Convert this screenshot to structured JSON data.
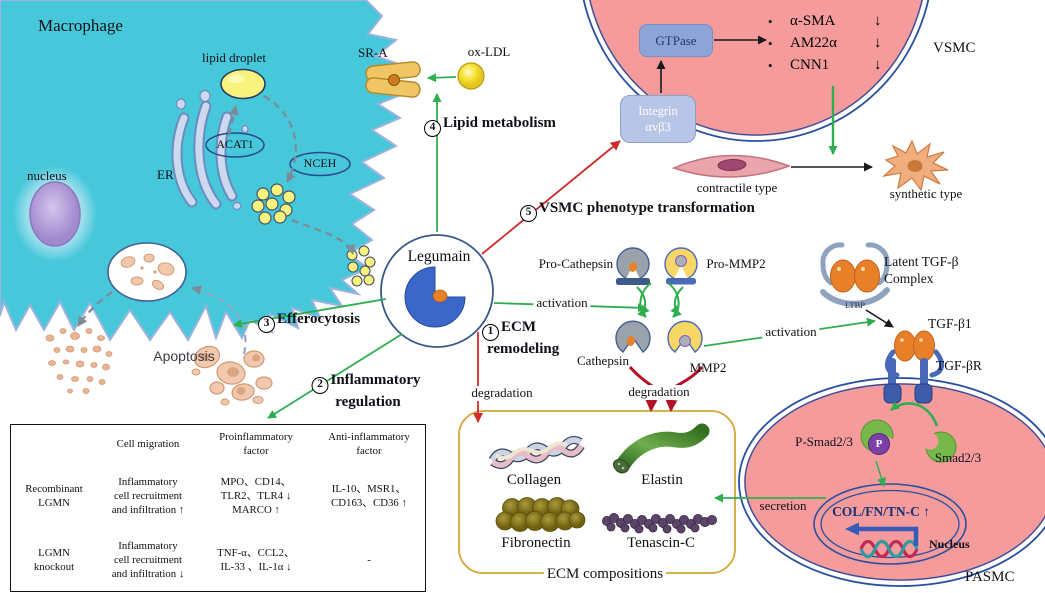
{
  "colors": {
    "macrophage_fill": "#46c8da",
    "membrane_stroke": "#9db2dc",
    "cell_pink": "#f59b9b",
    "cell_border_navy": "#2a4fa0",
    "green_arrow": "#2fae4e",
    "red_arrow": "#cf2b2b",
    "dark_red": "#b31125",
    "gold_box": "#d4a838",
    "legumain_blue": "#3a67c8",
    "orange": "#e8822a"
  },
  "macrophage": {
    "title": "Macrophage",
    "nucleus_label": "nucleus",
    "er_label": "ER",
    "acat1_label": "ACAT1",
    "nceh_label": "NCEH",
    "lipid_droplet_label": "lipid droplet",
    "apoptosis_label": "Apoptosis"
  },
  "membrane_items": {
    "sra_label": "SR-A",
    "oxldl_label": "ox-LDL"
  },
  "legumain": {
    "label": "Legumain"
  },
  "pathway_labels": {
    "ecm_num": "1",
    "ecm_line1": "ECM",
    "ecm_line2": "remodeling",
    "inflammatory_num": "2",
    "inflammatory_line1": "Inflammatory",
    "inflammatory_line2": "regulation",
    "efferocytosis_num": "3",
    "efferocytosis_text": "Efferocytosis",
    "lipid_num": "4",
    "lipid_text": "Lipid metabolism",
    "vsmc_num": "5",
    "vsmc_text": "VSMC phenotype transformation"
  },
  "vsmc": {
    "cell_label": "VSMC",
    "gtpase_label": "GTPase",
    "integrin_line1": "Integrin",
    "integrin_line2": "αvβ3",
    "bullet": "•",
    "markers": [
      {
        "name": "α-SMA",
        "change": "↓"
      },
      {
        "name": "AM22α",
        "change": "↓"
      },
      {
        "name": "CNN1",
        "change": "↓"
      }
    ],
    "contractile_label": "contractile type",
    "synthetic_label": "synthetic type"
  },
  "enzymes": {
    "pro_cathepsin": "Pro-Cathepsin",
    "pro_mmp2": "Pro-MMP2",
    "cathepsin": "Cathepsin",
    "mmp2": "MMP2",
    "activation_left": "activation",
    "activation_right": "activation",
    "degradation_left": "degradation",
    "degradation_right": "degradation"
  },
  "tgf": {
    "latent_line1": "Latent TGF-β",
    "latent_line2": "Complex",
    "ltbp_label": "LTBP",
    "tgfb1_label": "TGF-β1",
    "tgfbr_label": "TGF-βR"
  },
  "pasmc": {
    "cell_label": "PASMC",
    "psmad_label": "P-Smad2/3",
    "p_badge": "P",
    "smad_label": "Smad2/3",
    "gene_label": "COL/FN/TN-C ↑",
    "nucleus_label": "Nucleus",
    "secretion_label": "secretion"
  },
  "ecm_box": {
    "title": "ECM compositions",
    "collagen_label": "Collagen",
    "elastin_label": "Elastin",
    "fibronectin_label": "Fibronectin",
    "tenascin_label": "Tenascin-C"
  },
  "table": {
    "headers": [
      "",
      "Cell migration",
      "Proinflammatory\nfactor",
      "Anti-inflammatory\nfactor"
    ],
    "rows": [
      {
        "label": "Recombinant\nLGMN",
        "cell_migration": "Inflammatory\ncell recruitment\nand infiltration ↑",
        "proinflammatory": "MPO、CD14、\nTLR2、TLR4 ↓\nMARCO ↑",
        "anti_inflammatory": "IL-10、MSR1、\nCD163、CD36 ↑"
      },
      {
        "label": "LGMN\nknockout",
        "cell_migration": "Inflammatory\ncell recruitment\nand infiltration ↓",
        "proinflammatory": "TNF-α、CCL2、\nIL-33 、IL-1α ↓",
        "anti_inflammatory": "-"
      }
    ]
  }
}
